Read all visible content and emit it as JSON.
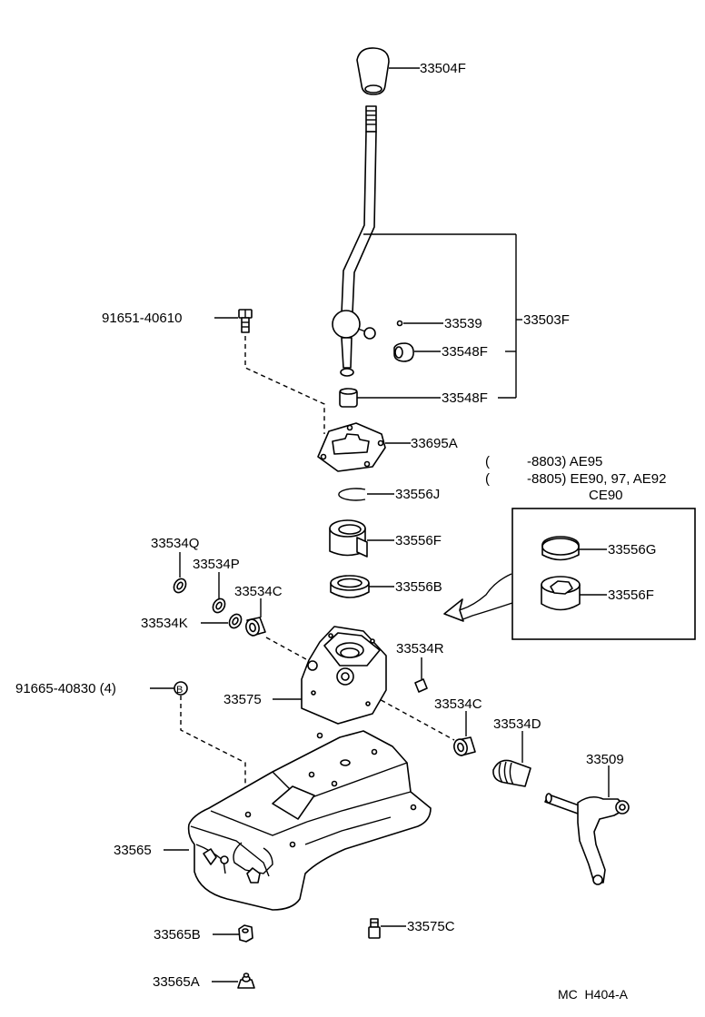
{
  "diagram": {
    "parts": {
      "p33504F": "33504F",
      "p91651": "91651-40610",
      "p33539": "33539",
      "p33503F": "33503F",
      "p33548F_a": "33548F",
      "p33548F_b": "33548F",
      "p33695A": "33695A",
      "p33556J": "33556J",
      "p33556F": "33556F",
      "p33556B": "33556B",
      "p33556G": "33556G",
      "p33556F_inset": "33556F",
      "p33534Q": "33534Q",
      "p33534P": "33534P",
      "p33534C_a": "33534C",
      "p33534K": "33534K",
      "p91665": "91665-40830 (4)",
      "p33575": "33575",
      "p33534R": "33534R",
      "p33534C_b": "33534C",
      "p33534D": "33534D",
      "p33509": "33509",
      "p33565": "33565",
      "p33565B": "33565B",
      "p33575C": "33575C",
      "p33565A": "33565A"
    },
    "notes": {
      "line1_paren": "(",
      "line1_code": "-8803) AE95",
      "line2_paren": "(",
      "line2_code": "-8805) EE90, 97, AE92",
      "line3_code": "CE90"
    },
    "marker_b": "B",
    "footer": "MC  H404-A"
  }
}
